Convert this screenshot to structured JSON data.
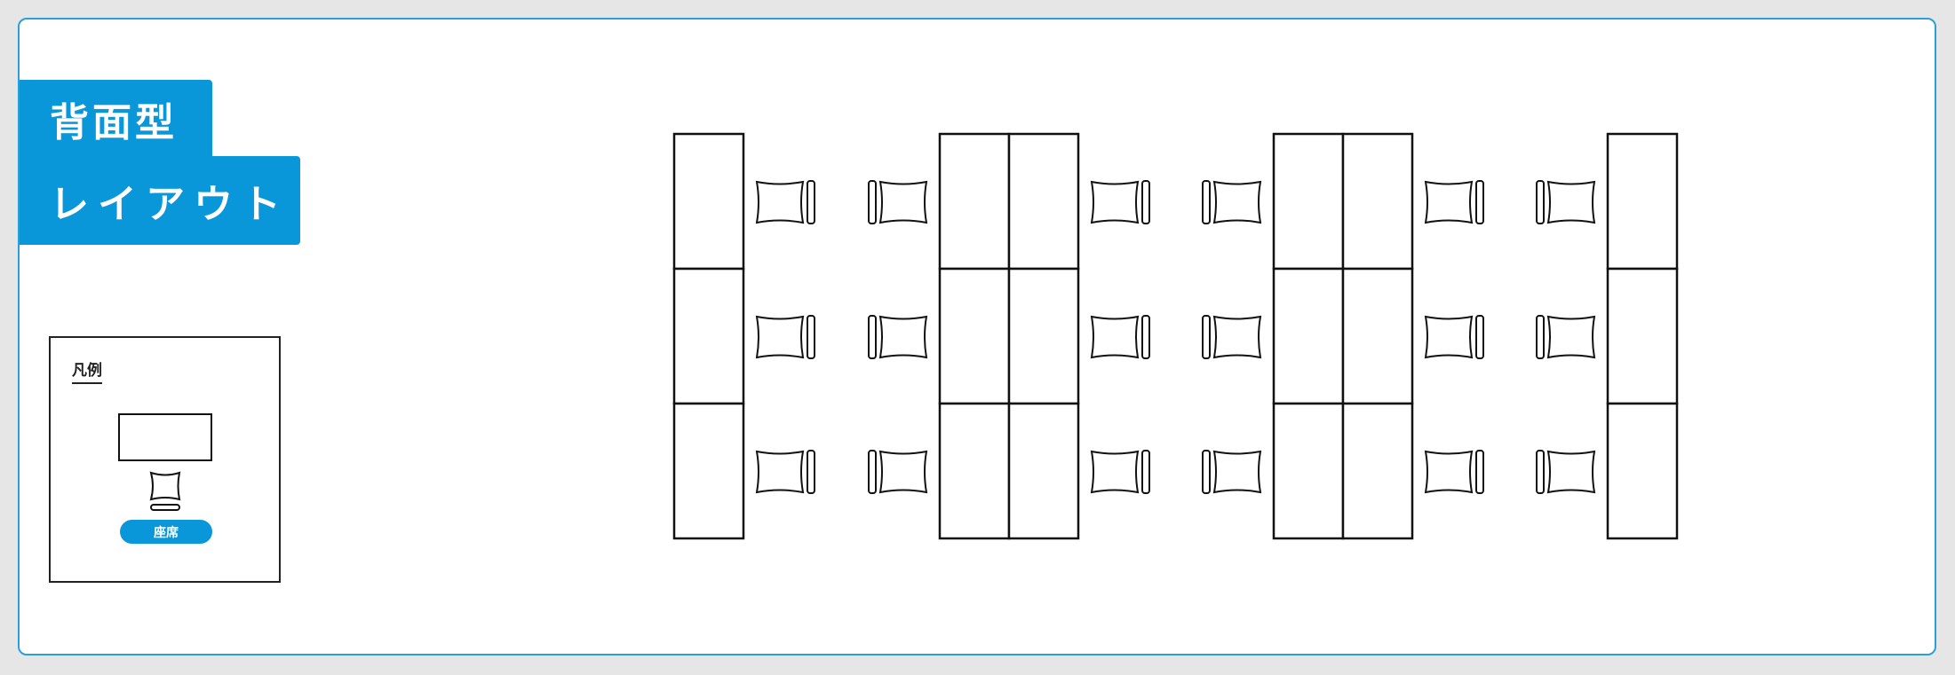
{
  "title": {
    "line1": "背面型",
    "line2": "レイアウト"
  },
  "legend": {
    "heading": "凡例",
    "seat_label": "座席"
  },
  "colors": {
    "accent": "#0a97d9",
    "frame_border": "#2a9fd8",
    "line": "#111111",
    "background": "#e6e6e6"
  },
  "layout": {
    "type": "back-to-back seating",
    "desk_groups": [
      {
        "columns": 1,
        "rows": 3,
        "chair_side": "right"
      },
      {
        "columns": 2,
        "rows": 3,
        "chair_side": "both"
      },
      {
        "columns": 2,
        "rows": 3,
        "chair_side": "both"
      },
      {
        "columns": 1,
        "rows": 3,
        "chair_side": "left"
      }
    ],
    "chair_count": 18
  }
}
